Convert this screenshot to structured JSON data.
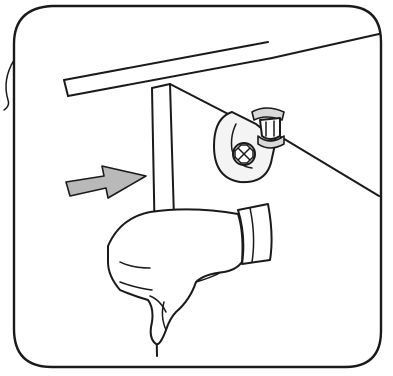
{
  "illustration": {
    "kind": "installation-step-icon",
    "depicts": [
      "cabinet-corner",
      "mounting-bracket",
      "screw",
      "hinge-pin",
      "pointing-arrow",
      "gloved-hand"
    ],
    "colors": {
      "ink": "#1a1a1a",
      "paper": "#ffffff",
      "arrow": "#b9b9b9",
      "knob": "#d9d9d9",
      "bracket": "#f4f4f4"
    }
  }
}
